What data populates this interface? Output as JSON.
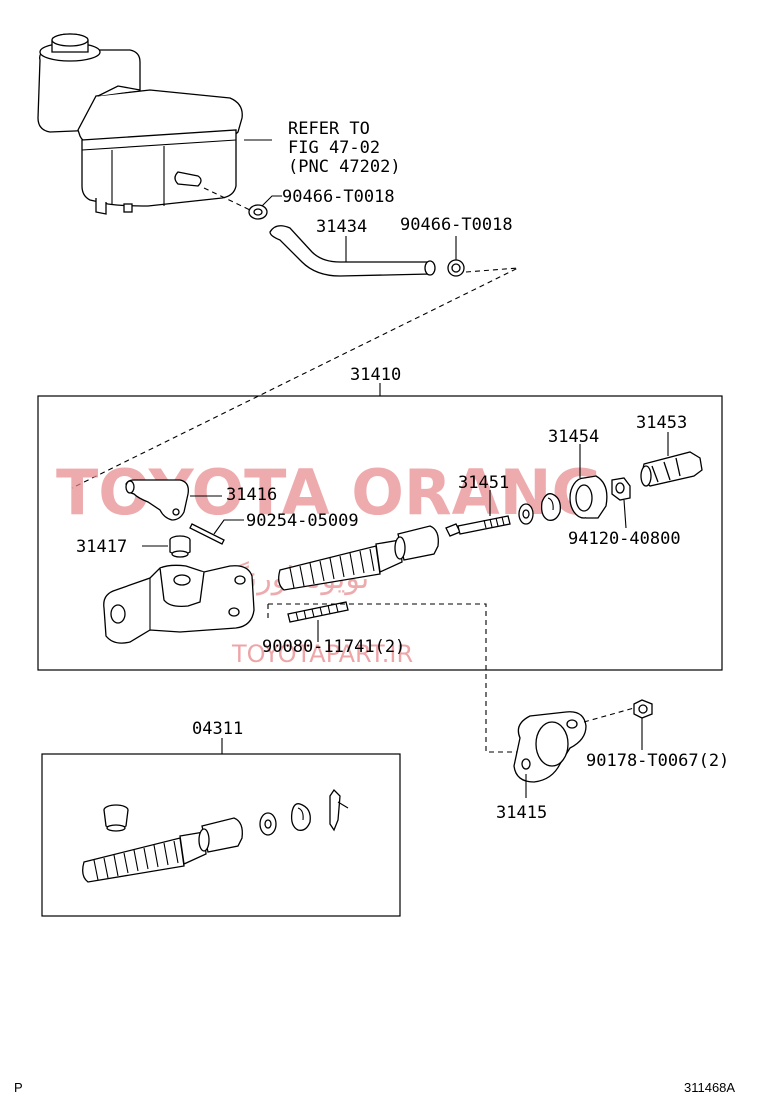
{
  "reference_note": {
    "line1": "REFER TO",
    "line2": "FIG 47-02",
    "line3": "(PNC 47202)"
  },
  "parts": {
    "clamp_upper": "90466-T0018",
    "hose": "31434",
    "clamp_right": "90466-T0018",
    "cylinder_assy": "31410",
    "union": "31416",
    "pin": "90254-05009",
    "grommet": "31417",
    "push_rod": "31451",
    "boot": "31454",
    "clevis": "31453",
    "nut": "94120-40800",
    "stud_bolt": "90080-11741(2)",
    "gasket": "31415",
    "flange_nut": "90178-T0067(2)",
    "repair_kit": "04311"
  },
  "watermark": {
    "main": "TOYOTA ORANG",
    "persian": "تویوتا اورنگ",
    "site": "TOYOTAPART.IR"
  },
  "footer": {
    "left": "P",
    "right": "311468A"
  }
}
